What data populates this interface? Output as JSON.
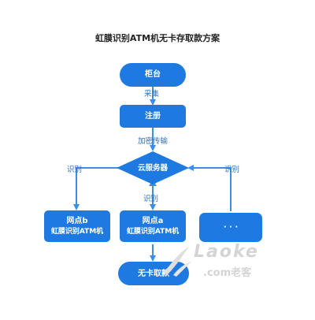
{
  "title": "虹膜识别ATM机无卡存取款方案",
  "nodes": {
    "counter": "柜台",
    "register": "注册",
    "cloud": "云服务器",
    "atm_b_line1": "网点b",
    "atm_b_line2": "虹膜识别ATM机",
    "atm_a_line1": "网点a",
    "atm_a_line2": "虹膜识别ATM机",
    "dots": "· · ·",
    "nocard": "无卡取款"
  },
  "edge_labels": {
    "collect": "采集",
    "encrypt": "加密传输",
    "identify_left": "识别",
    "identify_right": "识别",
    "identify_mid": "识别"
  },
  "watermark": {
    "brand": "Laoke",
    "domain": ".com老客"
  },
  "colors": {
    "node_fill": "#1e7ae0",
    "edge": "#3a8ee6",
    "label": "#2d6fb8"
  }
}
